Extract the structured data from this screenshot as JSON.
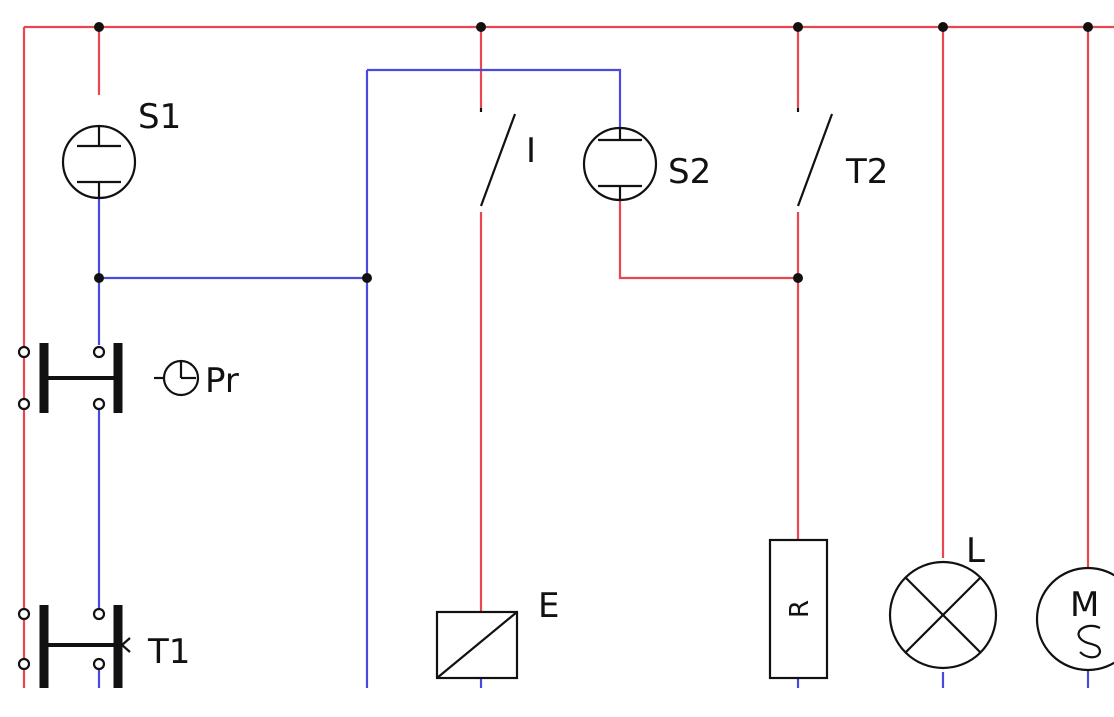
{
  "diagram": {
    "colors": {
      "phase": "#e8474f",
      "neutral": "#4a4ae0",
      "component": "#111111",
      "background": "#ffffff"
    },
    "labels": {
      "s1": "S1",
      "s2": "S2",
      "switch_i": "I",
      "switch_t2": "T2",
      "timer_pr": "Pr",
      "button_t1": "T1",
      "coil_e": "E",
      "resistor_r": "R",
      "lamp_l": "L",
      "motor_m": "M"
    }
  }
}
